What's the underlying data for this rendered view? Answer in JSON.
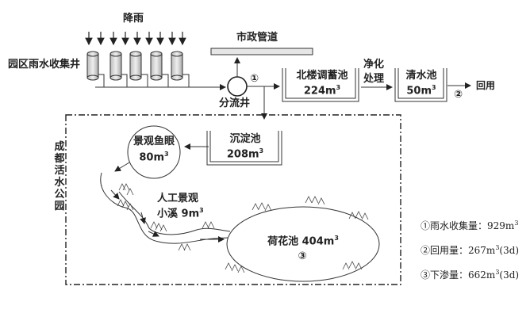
{
  "labels": {
    "rainfall": "降雨",
    "collection_wells": "园区雨水收集井",
    "municipal_pipe": "市政管道",
    "diversion_well": "分流井",
    "north_tank_name": "北楼调蓄池",
    "north_tank_volume": "224m",
    "purification_line1": "净化",
    "purification_line2": "处理",
    "clear_pool_name": "清水池",
    "clear_pool_volume": "50m",
    "reuse": "回用",
    "sediment_tank_name": "沉淀池",
    "sediment_tank_volume": "208m",
    "fish_eye_name": "景观鱼眼",
    "fish_eye_volume": "80m",
    "stream_line1": "人工景观",
    "stream_line2": "小溪 9m",
    "lotus_pond": "荷花池 404m",
    "park_name": "成都活水公园",
    "marker1": "①",
    "marker2": "②",
    "marker3": "③",
    "cube": "3"
  },
  "legend": [
    {
      "marker": "①",
      "text": "雨水收集量：929m",
      "sup": "3",
      "suffix": ""
    },
    {
      "marker": "②",
      "text": "回用量：267m",
      "sup": "3",
      "suffix": "(3d)"
    },
    {
      "marker": "③",
      "text": "下渗量：662m",
      "sup": "3",
      "suffix": "(3d)"
    }
  ],
  "colors": {
    "line": "#222222",
    "pipe_fill": "#e6e6e6",
    "cylinder_fill": "#d8d8d8"
  }
}
